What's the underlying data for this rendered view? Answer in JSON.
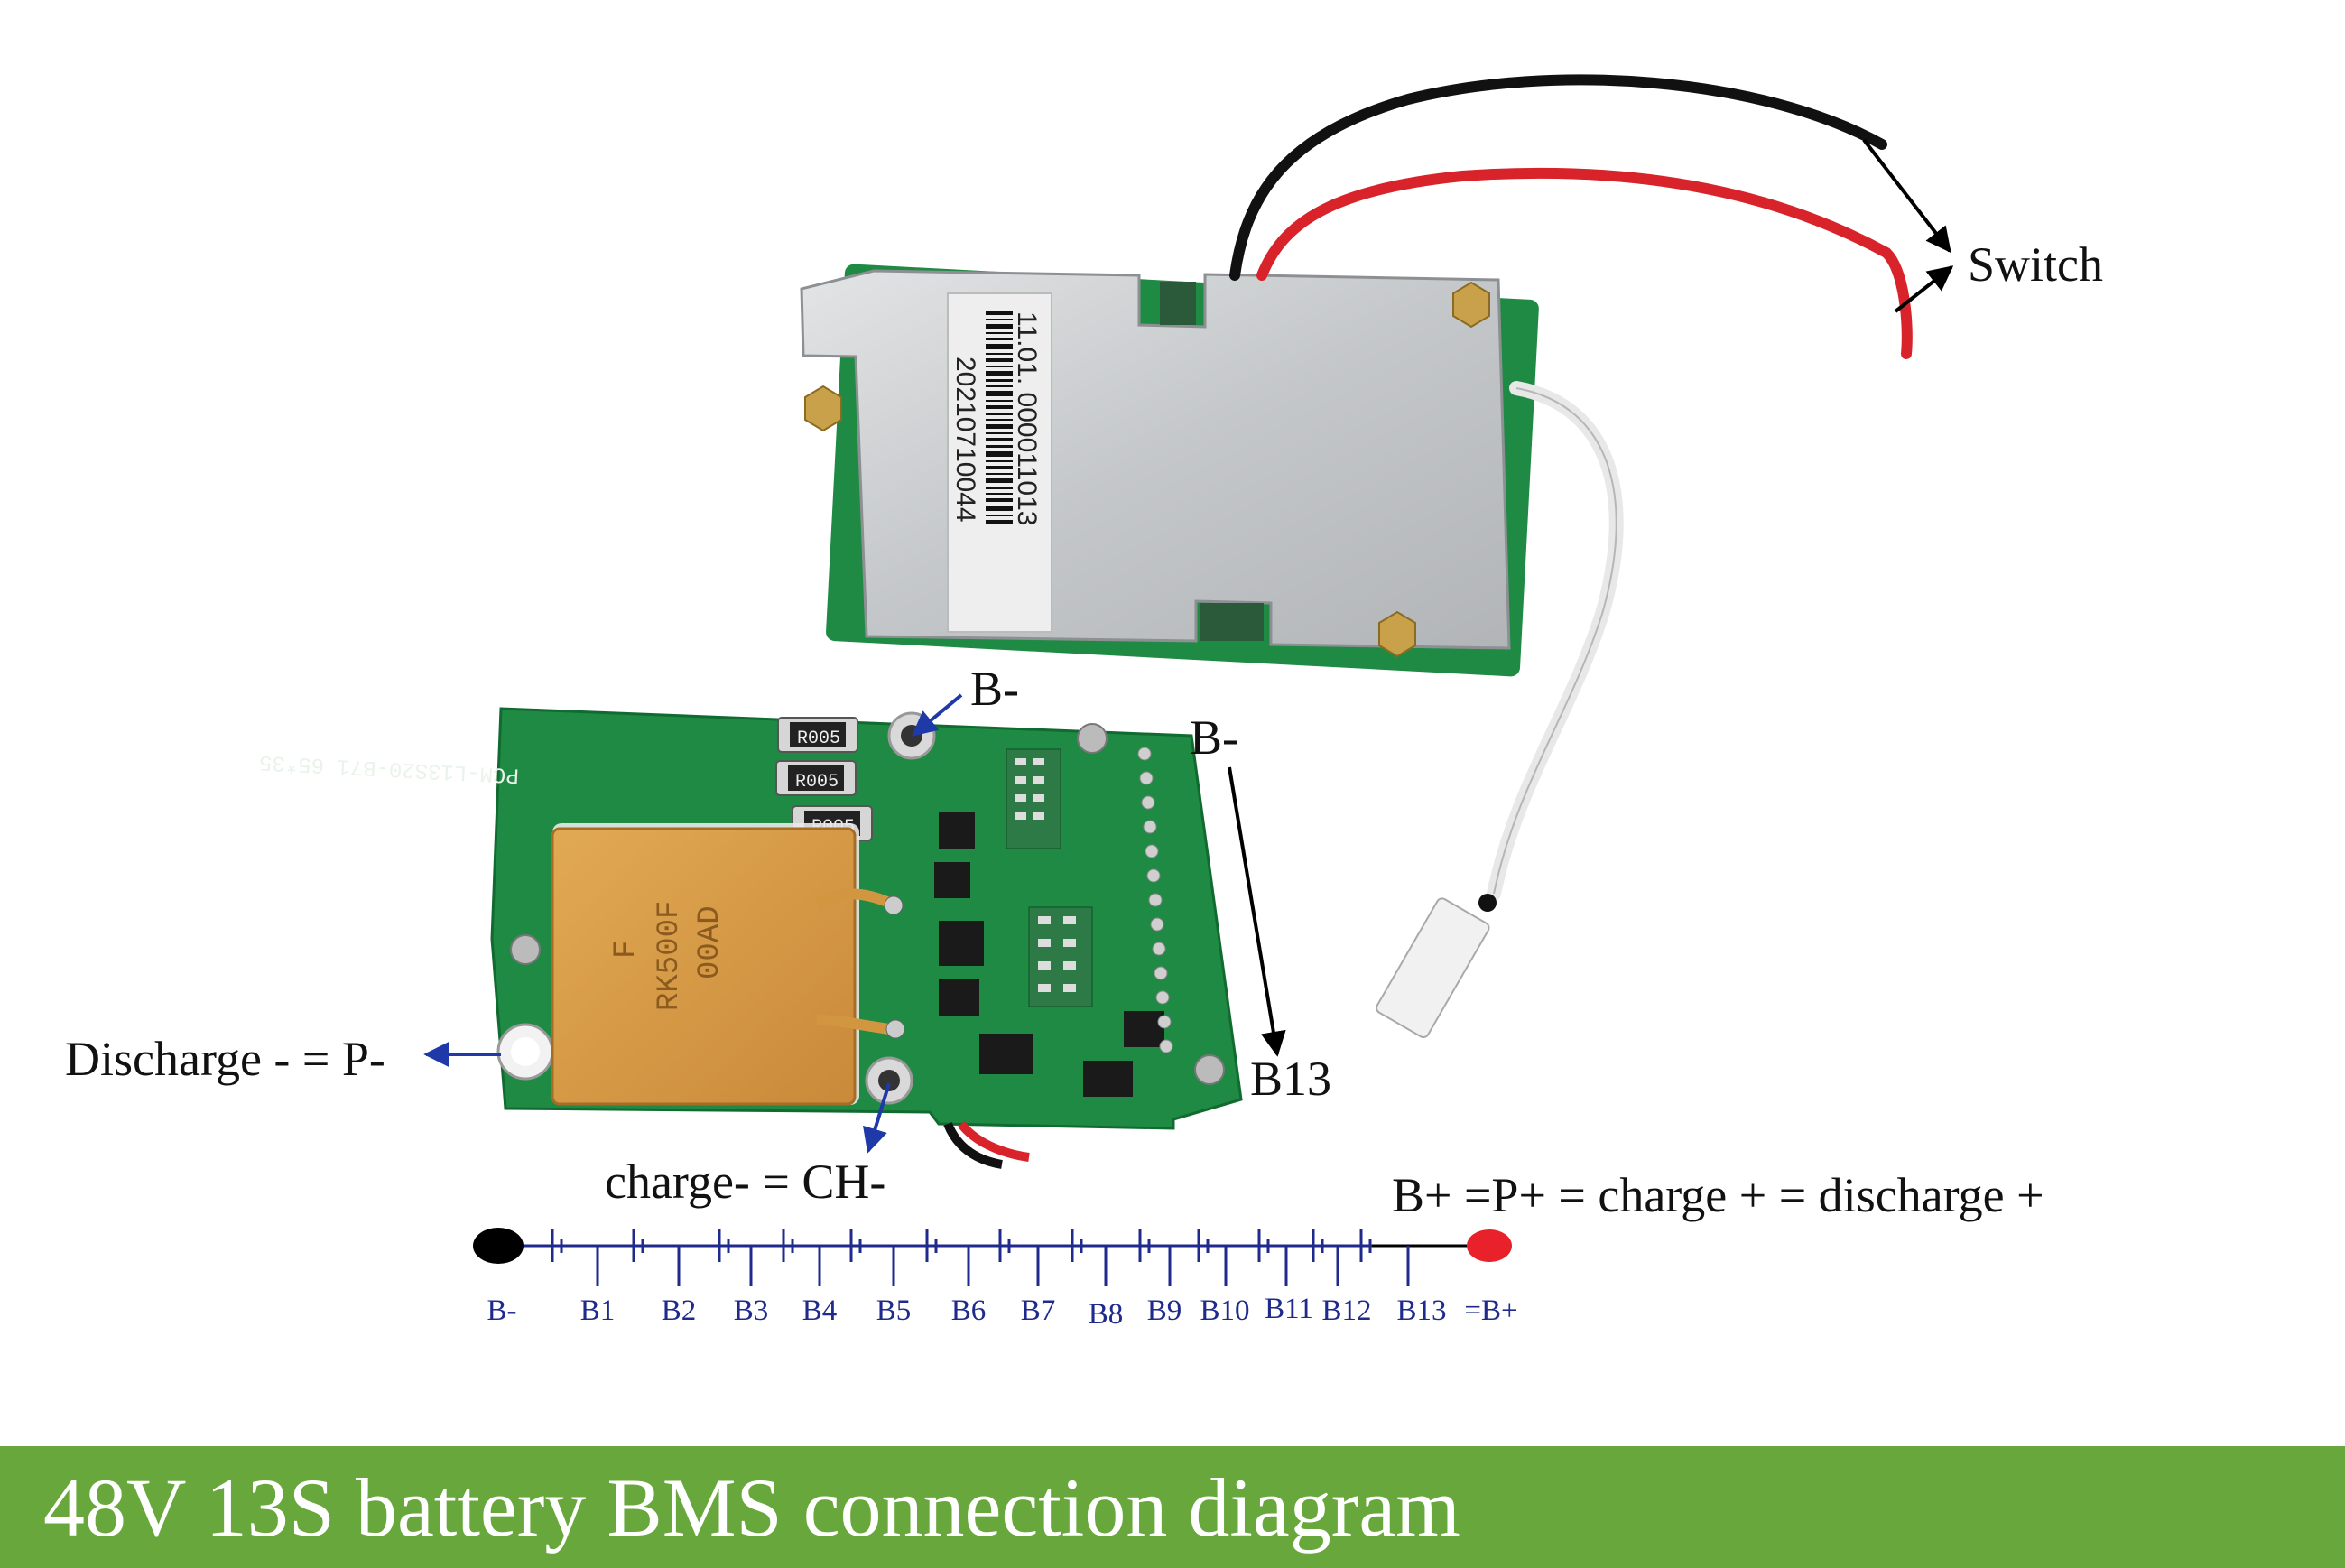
{
  "labels": {
    "switch": "Switch",
    "b_minus_top": "B-",
    "b_minus_side": "B-",
    "b13": "B13",
    "discharge": "Discharge - = P-",
    "charge": "charge- = CH-",
    "bplus": "B+ =P+ = charge + = discharge +"
  },
  "board_text": {
    "label_line1": "11.01. 000011013",
    "label_line2": "20210710044",
    "model": "PCM-L13S20-B71 65*35",
    "chip_line1": "F",
    "chip_line2": "RK500F",
    "chip_line3": "00AD",
    "resistor": "R005"
  },
  "cell_labels": [
    "B-",
    "B1",
    "B2",
    "B3",
    "B4",
    "B5",
    "B6",
    "B7",
    "B8",
    "B9",
    "B10",
    "B11",
    "B12",
    "B13",
    "=B+"
  ],
  "banner": {
    "title": "48V 13S battery BMS connection diagram"
  },
  "colors": {
    "banner": "#68a73b",
    "pcb": "#1f8a44",
    "shield": "#c9cbcc",
    "wire_red": "#d8232a",
    "wire_black": "#111111",
    "schematic": "#1f2a8c",
    "node_red": "#e8212b"
  }
}
